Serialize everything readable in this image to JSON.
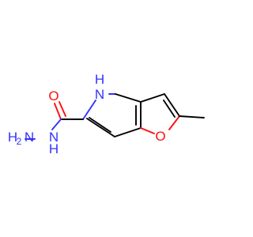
{
  "molecule": {
    "atoms": {
      "carbonyl_oxygen": {
        "label": "O",
        "color": "#ff0d0d"
      },
      "ring_oxygen": {
        "label": "O",
        "color": "#ff0d0d"
      },
      "pyrrole_nh_n": {
        "label": "N",
        "color": "#3232ff"
      },
      "pyrrole_nh_h": {
        "label": "H",
        "color": "#3232ff"
      },
      "hydrazide_n": {
        "label": "N",
        "color": "#3232ff"
      },
      "hydrazide_h": {
        "label": "H",
        "color": "#3232ff"
      },
      "amine_n": {
        "label": "N",
        "color": "#3232ff"
      },
      "amine_h2": {
        "label": "H",
        "color": "#3232ff"
      },
      "amine_h2_subscript": {
        "label": "2",
        "color": "#3232ff"
      }
    }
  }
}
